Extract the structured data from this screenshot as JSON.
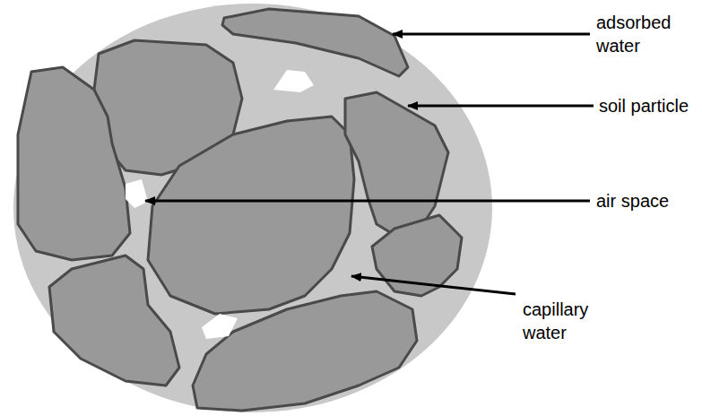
{
  "diagram": {
    "labels": [
      "adsorbed water",
      "soil particle",
      "air space",
      "capillary water"
    ]
  }
}
